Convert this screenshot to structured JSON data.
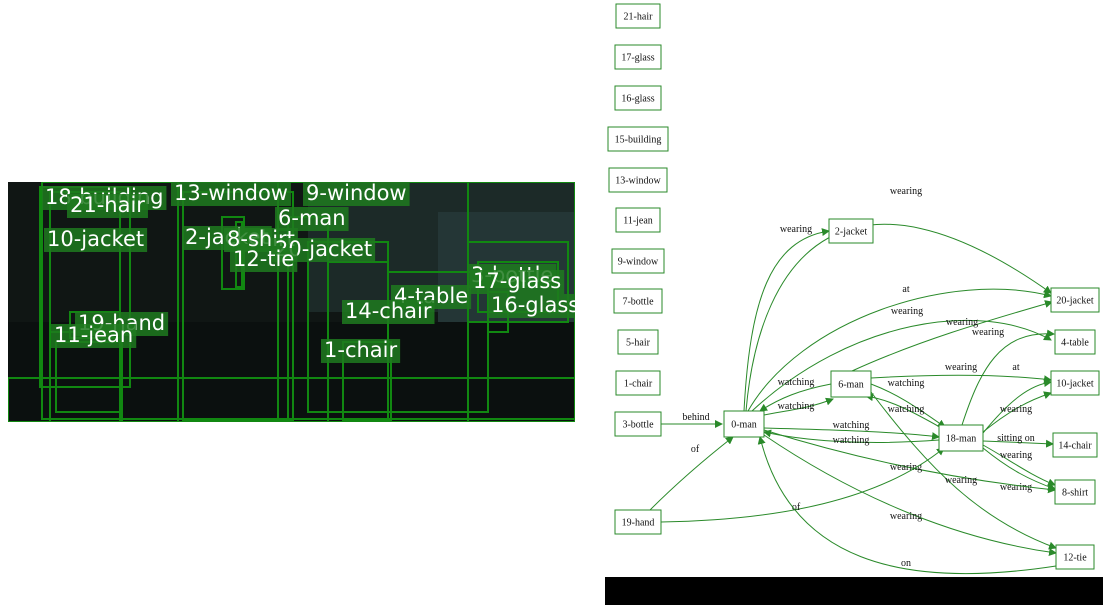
{
  "colors": {
    "box_stroke": "#118811",
    "label_bg": "#1e7a1e",
    "edge": "#2a8a2a",
    "node_stroke": "#2a8a2a",
    "scene_bg": "#0f1513"
  },
  "scene": {
    "labels": [
      "18-building",
      "13-window",
      "9-window",
      "21-hair",
      "6-man",
      "10-jacket",
      "2-jacket",
      "8-shirt",
      "20-jacket",
      "12-tie",
      "3-bottle",
      "17-glass",
      "4-table",
      "16-glass",
      "14-chair",
      "19-hand",
      "11-jean",
      "1-chair"
    ]
  },
  "graph": {
    "nodes": [
      "21-hair",
      "17-glass",
      "16-glass",
      "15-building",
      "13-window",
      "11-jean",
      "9-window",
      "7-bottle",
      "5-hair",
      "1-chair",
      "3-bottle",
      "19-hand",
      "0-man",
      "6-man",
      "18-man",
      "2-jacket",
      "20-jacket",
      "4-table",
      "10-jacket",
      "14-chair",
      "8-shirt",
      "12-tie"
    ],
    "edge_labels": [
      "wearing",
      "wearing",
      "at",
      "wearing",
      "wearing",
      "wearing",
      "watching",
      "watching",
      "watching",
      "watching",
      "watching",
      "watching",
      "wearing",
      "at",
      "wearing",
      "sitting on",
      "wearing",
      "wearing",
      "behind",
      "of",
      "wearing",
      "wearing",
      "wearing",
      "of",
      "on"
    ]
  }
}
